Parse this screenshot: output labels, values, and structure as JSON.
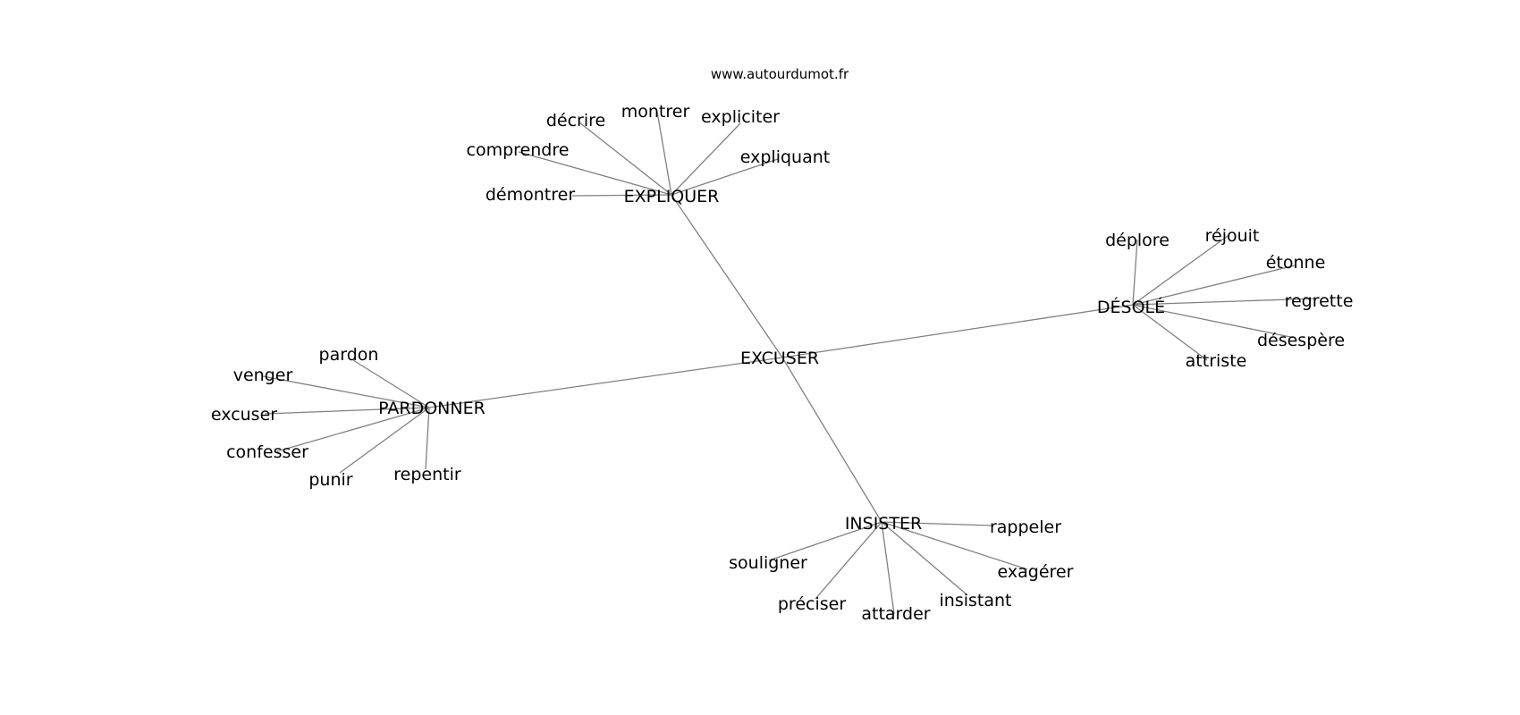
{
  "watermark": "www.autourdumot.fr",
  "graph": {
    "center": {
      "id": "excuser_c",
      "label": "EXCUSER"
    },
    "hubs": [
      {
        "id": "expliquer",
        "label": "EXPLIQUER",
        "leaves": [
          "décrire",
          "montrer",
          "expliciter",
          "comprendre",
          "expliquant",
          "démontrer"
        ]
      },
      {
        "id": "desole",
        "label": "DÉSOLÉ",
        "leaves": [
          "déplore",
          "réjouit",
          "étonne",
          "regrette",
          "désespère",
          "attriste"
        ]
      },
      {
        "id": "pardonner",
        "label": "PARDONNER",
        "leaves": [
          "pardon",
          "venger",
          "excuser",
          "confesser",
          "punir",
          "repentir"
        ]
      },
      {
        "id": "insister",
        "label": "INSISTER",
        "leaves": [
          "rappeler",
          "souligner",
          "exagérer",
          "insistant",
          "préciser",
          "attarder"
        ]
      }
    ]
  }
}
